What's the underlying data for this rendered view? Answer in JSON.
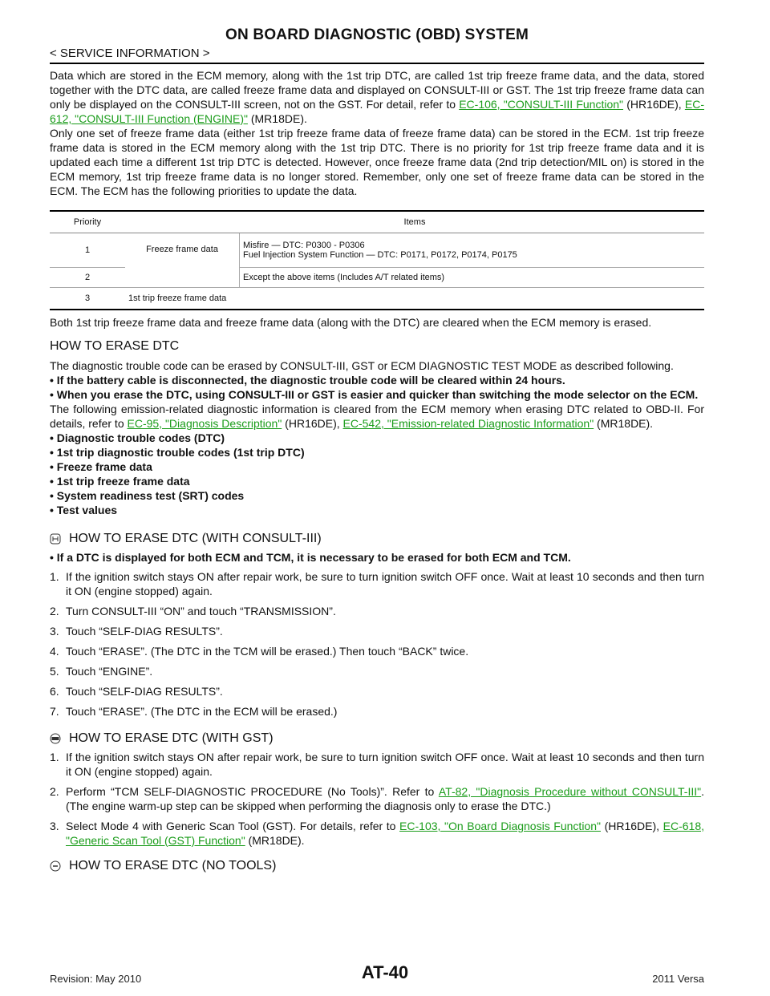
{
  "header": {
    "title": "ON BOARD DIAGNOSTIC (OBD) SYSTEM",
    "section": "< SERVICE INFORMATION >"
  },
  "intro": {
    "p1_a": "Data which are stored in the ECM memory, along with the 1st trip DTC, are called 1st trip freeze frame data, and the data, stored together with the DTC data, are called freeze frame data and displayed on CONSULT-III or GST. The 1st trip freeze frame data can only be displayed on the CONSULT-III screen, not on the GST. For detail, refer to ",
    "p1_link1": "EC-106, \"CONSULT-III Function\"",
    "p1_b": " (HR16DE), ",
    "p1_link2": "EC-612, \"CONSULT-III Function (ENGINE)\"",
    "p1_c": " (MR18DE).",
    "p2": "Only one set of freeze frame data (either 1st trip freeze frame data of freeze frame data) can be stored in the ECM. 1st trip freeze frame data is stored in the ECM memory along with the 1st trip DTC. There is no priority for 1st trip freeze frame data and it is updated each time a different 1st trip DTC is detected. However, once freeze frame data (2nd trip detection/MIL on) is stored in the ECM memory, 1st trip freeze frame data is no longer stored. Remember, only one set of freeze frame data can be stored in the ECM. The ECM has the following priorities to update the data."
  },
  "table": {
    "h_priority": "Priority",
    "h_items": "Items",
    "r1_pri": "1",
    "r1_cat": "Freeze frame data",
    "r1_item_a": "Misfire — DTC: P0300 - P0306",
    "r1_item_b": "Fuel Injection System Function — DTC: P0171, P0172, P0174, P0175",
    "r2_pri": "2",
    "r2_item": "Except the above items (Includes A/T related items)",
    "r3_pri": "3",
    "r3_item": "1st trip freeze frame data"
  },
  "after_table": "Both 1st trip freeze frame data and freeze frame data (along with the DTC) are cleared when the ECM memory is erased.",
  "erase": {
    "heading": "HOW TO ERASE DTC",
    "p1": "The diagnostic trouble code can be erased by CONSULT-III, GST or ECM DIAGNOSTIC TEST MODE as described following.",
    "b1": "If the battery cable is disconnected, the diagnostic trouble code will be cleared within 24 hours.",
    "b2": "When you erase the DTC, using CONSULT-III or GST is easier and quicker than switching the mode selector on the ECM.",
    "p2_a": "The following emission-related diagnostic information is cleared from the ECM memory when erasing DTC related to OBD-II. For details, refer to ",
    "p2_link1": "EC-95, \"Diagnosis Description\"",
    "p2_b": " (HR16DE), ",
    "p2_link2": "EC-542, \"Emission-related Diagnostic Information\"",
    "p2_c": " (MR18DE).",
    "list": [
      "Diagnostic trouble codes (DTC)",
      "1st trip diagnostic trouble codes (1st trip DTC)",
      "Freeze frame data",
      "1st trip freeze frame data",
      "System readiness test (SRT) codes",
      "Test values"
    ]
  },
  "consult": {
    "heading": "HOW TO ERASE DTC (WITH CONSULT-III)",
    "note": "If a DTC is displayed for both ECM and TCM, it is necessary to be erased for both ECM and TCM.",
    "steps": [
      {
        "n": "1.",
        "t": "If the ignition switch stays ON after repair work, be sure to turn ignition switch OFF once. Wait at least 10 seconds and then turn it ON (engine stopped) again."
      },
      {
        "n": "2.",
        "t": "Turn CONSULT-III “ON” and touch “TRANSMISSION”."
      },
      {
        "n": "3.",
        "t": "Touch “SELF-DIAG RESULTS”."
      },
      {
        "n": "4.",
        "t": "Touch “ERASE”. (The DTC in the TCM will be erased.) Then touch “BACK” twice."
      },
      {
        "n": "5.",
        "t": "Touch “ENGINE”."
      },
      {
        "n": "6.",
        "t": "Touch “SELF-DIAG RESULTS”."
      },
      {
        "n": "7.",
        "t": "Touch “ERASE”. (The DTC in the ECM will be erased.)"
      }
    ]
  },
  "gst": {
    "heading": "HOW TO ERASE DTC (WITH GST)",
    "s1_n": "1.",
    "s1": "If the ignition switch stays ON after repair work, be sure to turn ignition switch OFF once. Wait at least 10 seconds and then turn it ON (engine stopped) again.",
    "s2_n": "2.",
    "s2_a": "Perform “TCM SELF-DIAGNOSTIC PROCEDURE (No Tools)”. Refer to ",
    "s2_link": "AT-82, \"Diagnosis Procedure without CONSULT-III\"",
    "s2_b": ". (The engine warm-up step can be skipped when performing the diagnosis only to erase the DTC.)",
    "s3_n": "3.",
    "s3_a": "Select Mode 4 with Generic Scan Tool (GST). For details, refer to ",
    "s3_link1": "EC-103, \"On Board Diagnosis Function\"",
    "s3_b": " (HR16DE), ",
    "s3_link2": "EC-618, \"Generic Scan Tool (GST) Function\"",
    "s3_c": " (MR18DE)."
  },
  "notools": {
    "heading": "HOW TO ERASE DTC (NO TOOLS)"
  },
  "footer": {
    "revision": "Revision: May 2010",
    "page": "AT-40",
    "model": "2011 Versa"
  },
  "icons": {
    "consult": "consult-tool-icon",
    "gst": "gst-icon",
    "notools": "no-tools-icon"
  }
}
